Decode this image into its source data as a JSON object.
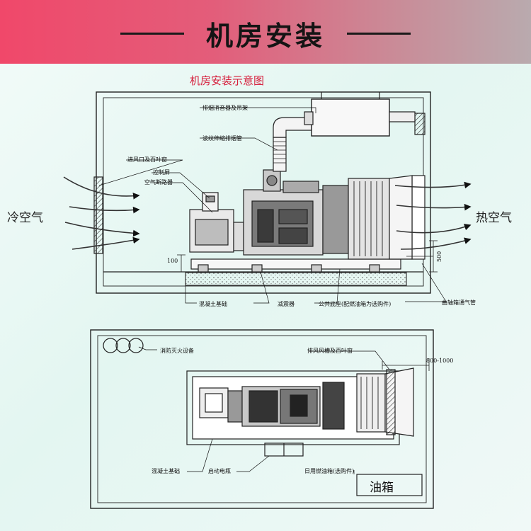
{
  "header": {
    "title": "机房安装",
    "subtitle": "机房安装示意图"
  },
  "side_labels": {
    "cold_air": "冷空气",
    "hot_air": "热空气"
  },
  "elevation_view": {
    "labels": {
      "exhaust_muffler": "排烟消音器及吊架",
      "bellows_pipe": "波纹伸缩排烟管",
      "intake_louver": "进风口及百叶窗",
      "control_panel": "控制屏",
      "air_breaker": "空气断路器",
      "concrete_base": "混凝土基础",
      "damper": "减震器",
      "common_base": "公共底座(配燃油箱为选购件)",
      "crankcase_vent": "曲轴箱通气管"
    },
    "dimensions": {
      "base_height": "100",
      "vent_height": "500"
    }
  },
  "plan_view": {
    "labels": {
      "fire_equipment": "消防灭火设备",
      "exhaust_louver": "排风风槽及百叶窗",
      "concrete_base": "混凝土基础",
      "start_battery": "启动电瓶",
      "daily_tank": "日用燃油箱(选购件)",
      "fuel_tank": "油箱"
    },
    "dimensions": {
      "clearance": "800-1000"
    }
  }
}
